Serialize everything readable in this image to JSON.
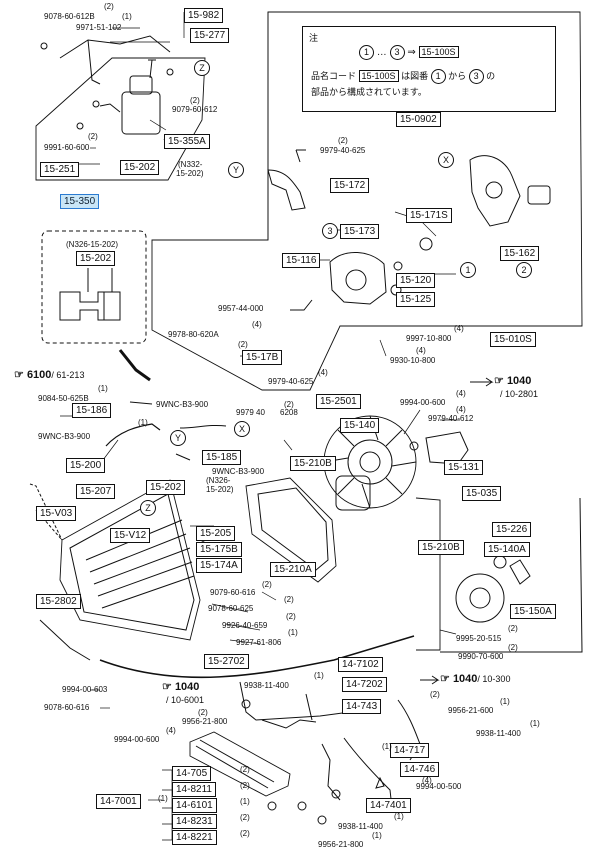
{
  "note": {
    "title": "注",
    "range_from": "1",
    "range_to": "3",
    "arrow": "⇒",
    "range_part": "15-100S",
    "text_a": "品名コード",
    "text_part": "15-100S",
    "text_b": "は図番",
    "text_c": "から",
    "text_d": "の",
    "text_e": "部品から構成されています。",
    "n1": "1",
    "n3": "3"
  },
  "part_boxes": [
    "15-982",
    "15-277",
    "15-355A",
    "15-251",
    "15-202",
    "15-350",
    "15-202",
    "15-0902",
    "15-172",
    "15-173",
    "15-171S",
    "15-162",
    "15-116",
    "15-120",
    "15-125",
    "15-010S",
    "15-17B",
    "15-186",
    "15-200",
    "15-207",
    "15-V03",
    "15-2501",
    "15-140",
    "15-210B",
    "15-185",
    "15-202",
    "15-205",
    "15-175B",
    "15-174A",
    "15-V12",
    "15-210A",
    "15-131",
    "15-035",
    "15-226",
    "15-210B",
    "15-140A",
    "15-150A",
    "15-2802",
    "15-2702",
    "14-7102",
    "14-7202",
    "14-743",
    "14-717",
    "14-746",
    "14-7401",
    "14-705",
    "14-8211",
    "14-6101",
    "14-8231",
    "14-8221",
    "14-7001"
  ],
  "part_labels": [
    "9078-60-612B",
    "9971-51-102",
    "(2)",
    "(1)",
    "(2)",
    "9079-60-612",
    "(2)",
    "9991-60-600",
    "(N332-",
    "15-202)",
    "(2)",
    "9979-40-625",
    "9957-44-000",
    "(4)",
    "9978-80-620A",
    "(2)",
    "9997-10-800",
    "(4)",
    "9930-10-800",
    "(4)",
    "9979-40-625",
    "(4)",
    "(N326-15-202)",
    "9084-50-625B",
    "(1)",
    "9WNC-B3-900",
    "9WNC-B3-900",
    "(1)",
    "9979 40",
    "6208",
    "(2)",
    "9994-00-600",
    "(4)",
    "9979-40-612",
    "(4)",
    "9WNC-B3-900",
    "(N326-",
    "15-202)",
    "9079-60-616",
    "(2)",
    "9078-60-625",
    "(2)",
    "9926-40-659",
    "(2)",
    "9927-61-806",
    "(1)",
    "9995-20-515",
    "(2)",
    "9990-70-600",
    "(2)",
    "9994-00-603",
    "9078-60-616",
    "9938-11-400",
    "(1)",
    "9956-21-800",
    "(2)",
    "9994-00-600",
    "(4)",
    "9956-21-600",
    "(1)",
    "9938-11-400",
    "(1)",
    "9994-00-500",
    "9938-11-400",
    "(1)",
    "9956-21-800",
    "(1)",
    "(2)",
    "(2)",
    "(1)",
    "(2)",
    "(2)",
    "(1)",
    "(2)",
    "(4)",
    "(1)"
  ],
  "refs": [
    {
      "main": "6100",
      "sub": "/ 61-213"
    },
    {
      "main": "1040",
      "sub": "/ 10-2801"
    },
    {
      "main": "1040",
      "sub": "/ 10-6001"
    },
    {
      "main": "1040",
      "sub": "/ 10-300"
    }
  ],
  "callouts": {
    "c1": "1",
    "c2": "2",
    "c3": "3",
    "c4": "1",
    "mz": "Z",
    "my": "Y",
    "mx": "X",
    "mx2": "X",
    "my2": "Y",
    "mz2": "Z"
  }
}
